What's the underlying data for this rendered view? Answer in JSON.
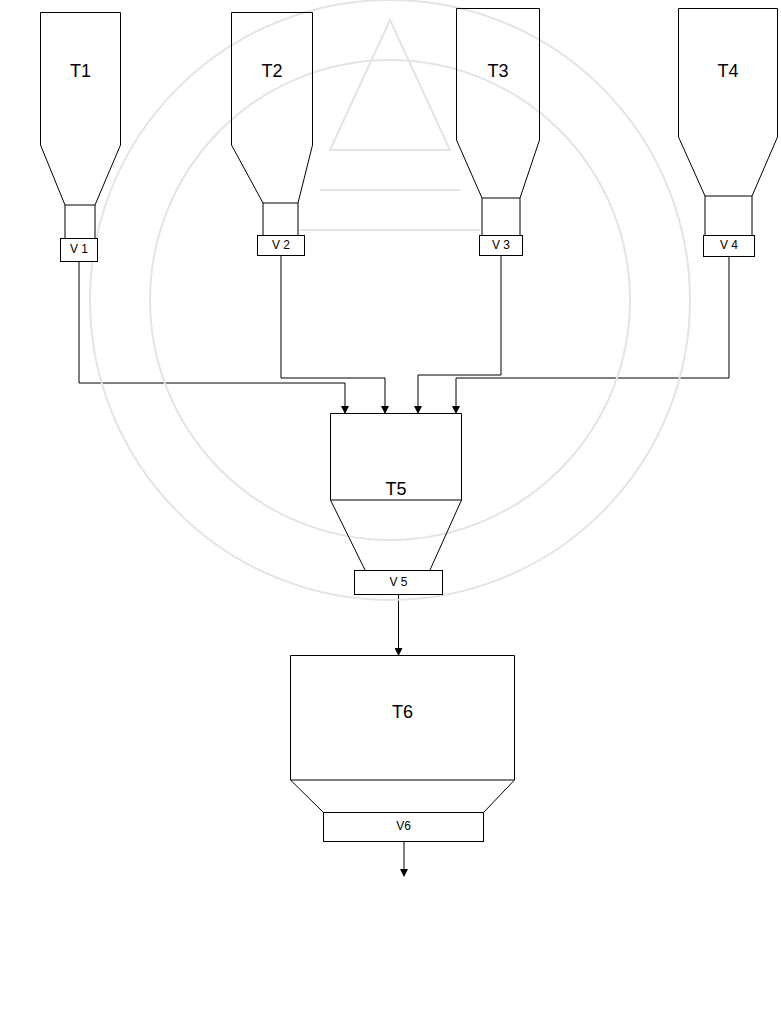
{
  "diagram": {
    "nodes": [
      {
        "text": [
          "T1"
        ]
      },
      {
        "text": [
          "V 1"
        ]
      },
      {
        "text": [
          "T2"
        ]
      },
      {
        "text": [
          "V 2"
        ]
      },
      {
        "text": [
          "T3"
        ]
      },
      {
        "text": [
          "V 3"
        ]
      },
      {
        "text": [
          "T4"
        ]
      },
      {
        "text": [
          "V 4"
        ]
      },
      {
        "text": [
          "T5"
        ]
      },
      {
        "text": [
          "V 5"
        ]
      },
      {
        "text": [
          "T6"
        ]
      },
      {
        "text": [
          "V6"
        ]
      }
    ],
    "edges": [
      {
        "from": 1,
        "to": 8,
        "arrow": "to"
      },
      {
        "from": 3,
        "to": 8,
        "arrow": "to"
      },
      {
        "from": 5,
        "to": 8,
        "arrow": "to"
      },
      {
        "from": 7,
        "to": 8,
        "arrow": "to"
      },
      {
        "from": 9,
        "to": 10,
        "arrow": "to"
      }
    ]
  }
}
